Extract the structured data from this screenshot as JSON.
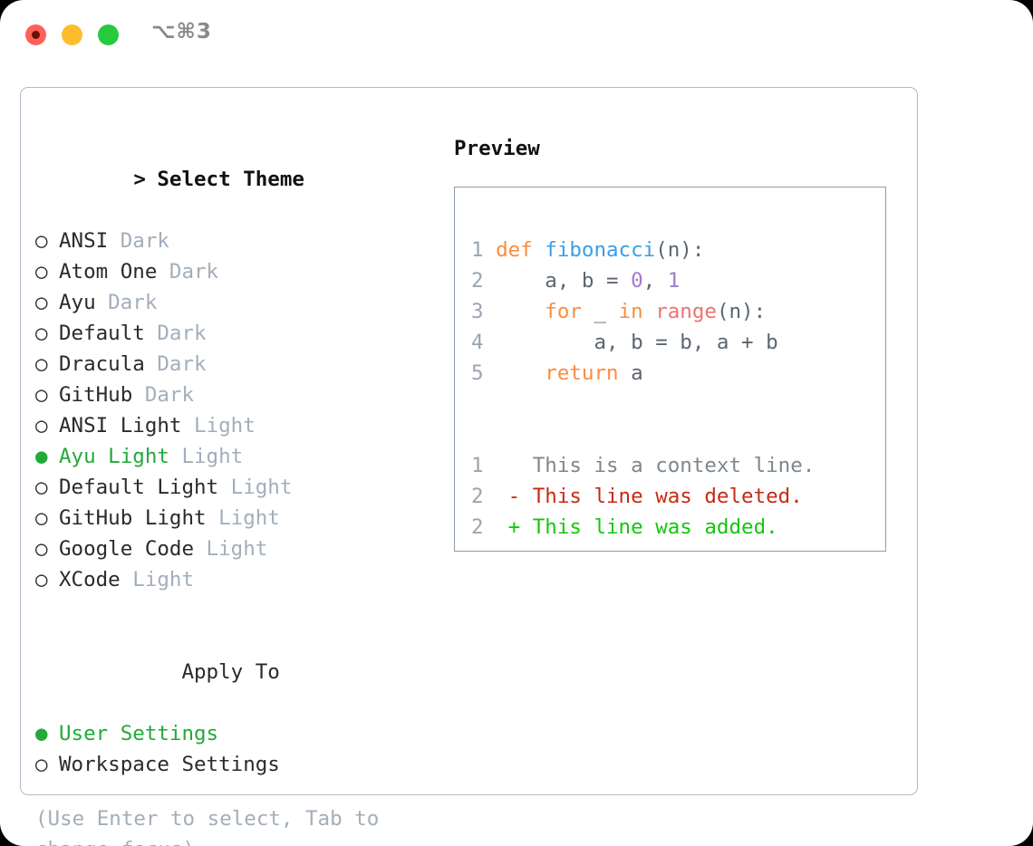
{
  "window": {
    "shortcut_label": "⌥⌘3",
    "traffic_lights": [
      "close",
      "minimize",
      "zoom"
    ]
  },
  "theme_panel": {
    "header_prefix": ">",
    "header_label": "Select Theme",
    "radio_unselected_glyph": "○",
    "radio_selected_glyph": "●",
    "items": [
      {
        "name": "ANSI",
        "variant": "Dark",
        "selected": false
      },
      {
        "name": "Atom One",
        "variant": "Dark",
        "selected": false
      },
      {
        "name": "Ayu",
        "variant": "Dark",
        "selected": false
      },
      {
        "name": "Default",
        "variant": "Dark",
        "selected": false
      },
      {
        "name": "Dracula",
        "variant": "Dark",
        "selected": false
      },
      {
        "name": "GitHub",
        "variant": "Dark",
        "selected": false
      },
      {
        "name": "ANSI Light",
        "variant": "Light",
        "selected": false
      },
      {
        "name": "Ayu Light",
        "variant": "Light",
        "selected": true
      },
      {
        "name": "Default Light",
        "variant": "Light",
        "selected": false
      },
      {
        "name": "GitHub Light",
        "variant": "Light",
        "selected": false
      },
      {
        "name": "Google Code",
        "variant": "Light",
        "selected": false
      },
      {
        "name": "XCode",
        "variant": "Light",
        "selected": false
      }
    ]
  },
  "apply_to": {
    "header_label": "Apply To",
    "options": [
      {
        "label": "User Settings",
        "selected": true
      },
      {
        "label": "Workspace Settings",
        "selected": false
      }
    ]
  },
  "hint": {
    "text": "(Use Enter to select, Tab to change focus)"
  },
  "preview": {
    "title": "Preview",
    "code_lines": [
      {
        "number": "1",
        "tokens": [
          {
            "text": "def ",
            "kind": "kw"
          },
          {
            "text": "fibonacci",
            "kind": "fn"
          },
          {
            "text": "(n):",
            "kind": "punc"
          }
        ]
      },
      {
        "number": "2",
        "tokens": [
          {
            "text": "    a, b = ",
            "kind": "plain"
          },
          {
            "text": "0",
            "kind": "num"
          },
          {
            "text": ", ",
            "kind": "plain"
          },
          {
            "text": "1",
            "kind": "num"
          }
        ]
      },
      {
        "number": "3",
        "tokens": [
          {
            "text": "    ",
            "kind": "plain"
          },
          {
            "text": "for",
            "kind": "kw"
          },
          {
            "text": " _ ",
            "kind": "plain"
          },
          {
            "text": "in",
            "kind": "kw"
          },
          {
            "text": " ",
            "kind": "plain"
          },
          {
            "text": "range",
            "kind": "call"
          },
          {
            "text": "(n):",
            "kind": "punc"
          }
        ]
      },
      {
        "number": "4",
        "tokens": [
          {
            "text": "        a, b = b, a + b",
            "kind": "plain"
          }
        ]
      },
      {
        "number": "5",
        "tokens": [
          {
            "text": "    ",
            "kind": "plain"
          },
          {
            "text": "return",
            "kind": "kw"
          },
          {
            "text": " a",
            "kind": "plain"
          }
        ]
      }
    ],
    "diff_lines": [
      {
        "number": "1",
        "marker": " ",
        "text": "This is a context line.",
        "kind": "ctx"
      },
      {
        "number": "2",
        "marker": "-",
        "text": "This line was deleted.",
        "kind": "del"
      },
      {
        "number": "2",
        "marker": "+",
        "text": "This line was added.",
        "kind": "add"
      }
    ]
  },
  "colors": {
    "accent_green": "#22A939",
    "dim_grey": "#a3aebb",
    "keyword_orange": "#FA8D3E",
    "function_blue": "#399EE6",
    "number_purple": "#A37ACC",
    "call_red": "#F07171",
    "diff_deleted": "#C62A12",
    "diff_added": "#16C60C",
    "card_border": "#b2bac6"
  }
}
